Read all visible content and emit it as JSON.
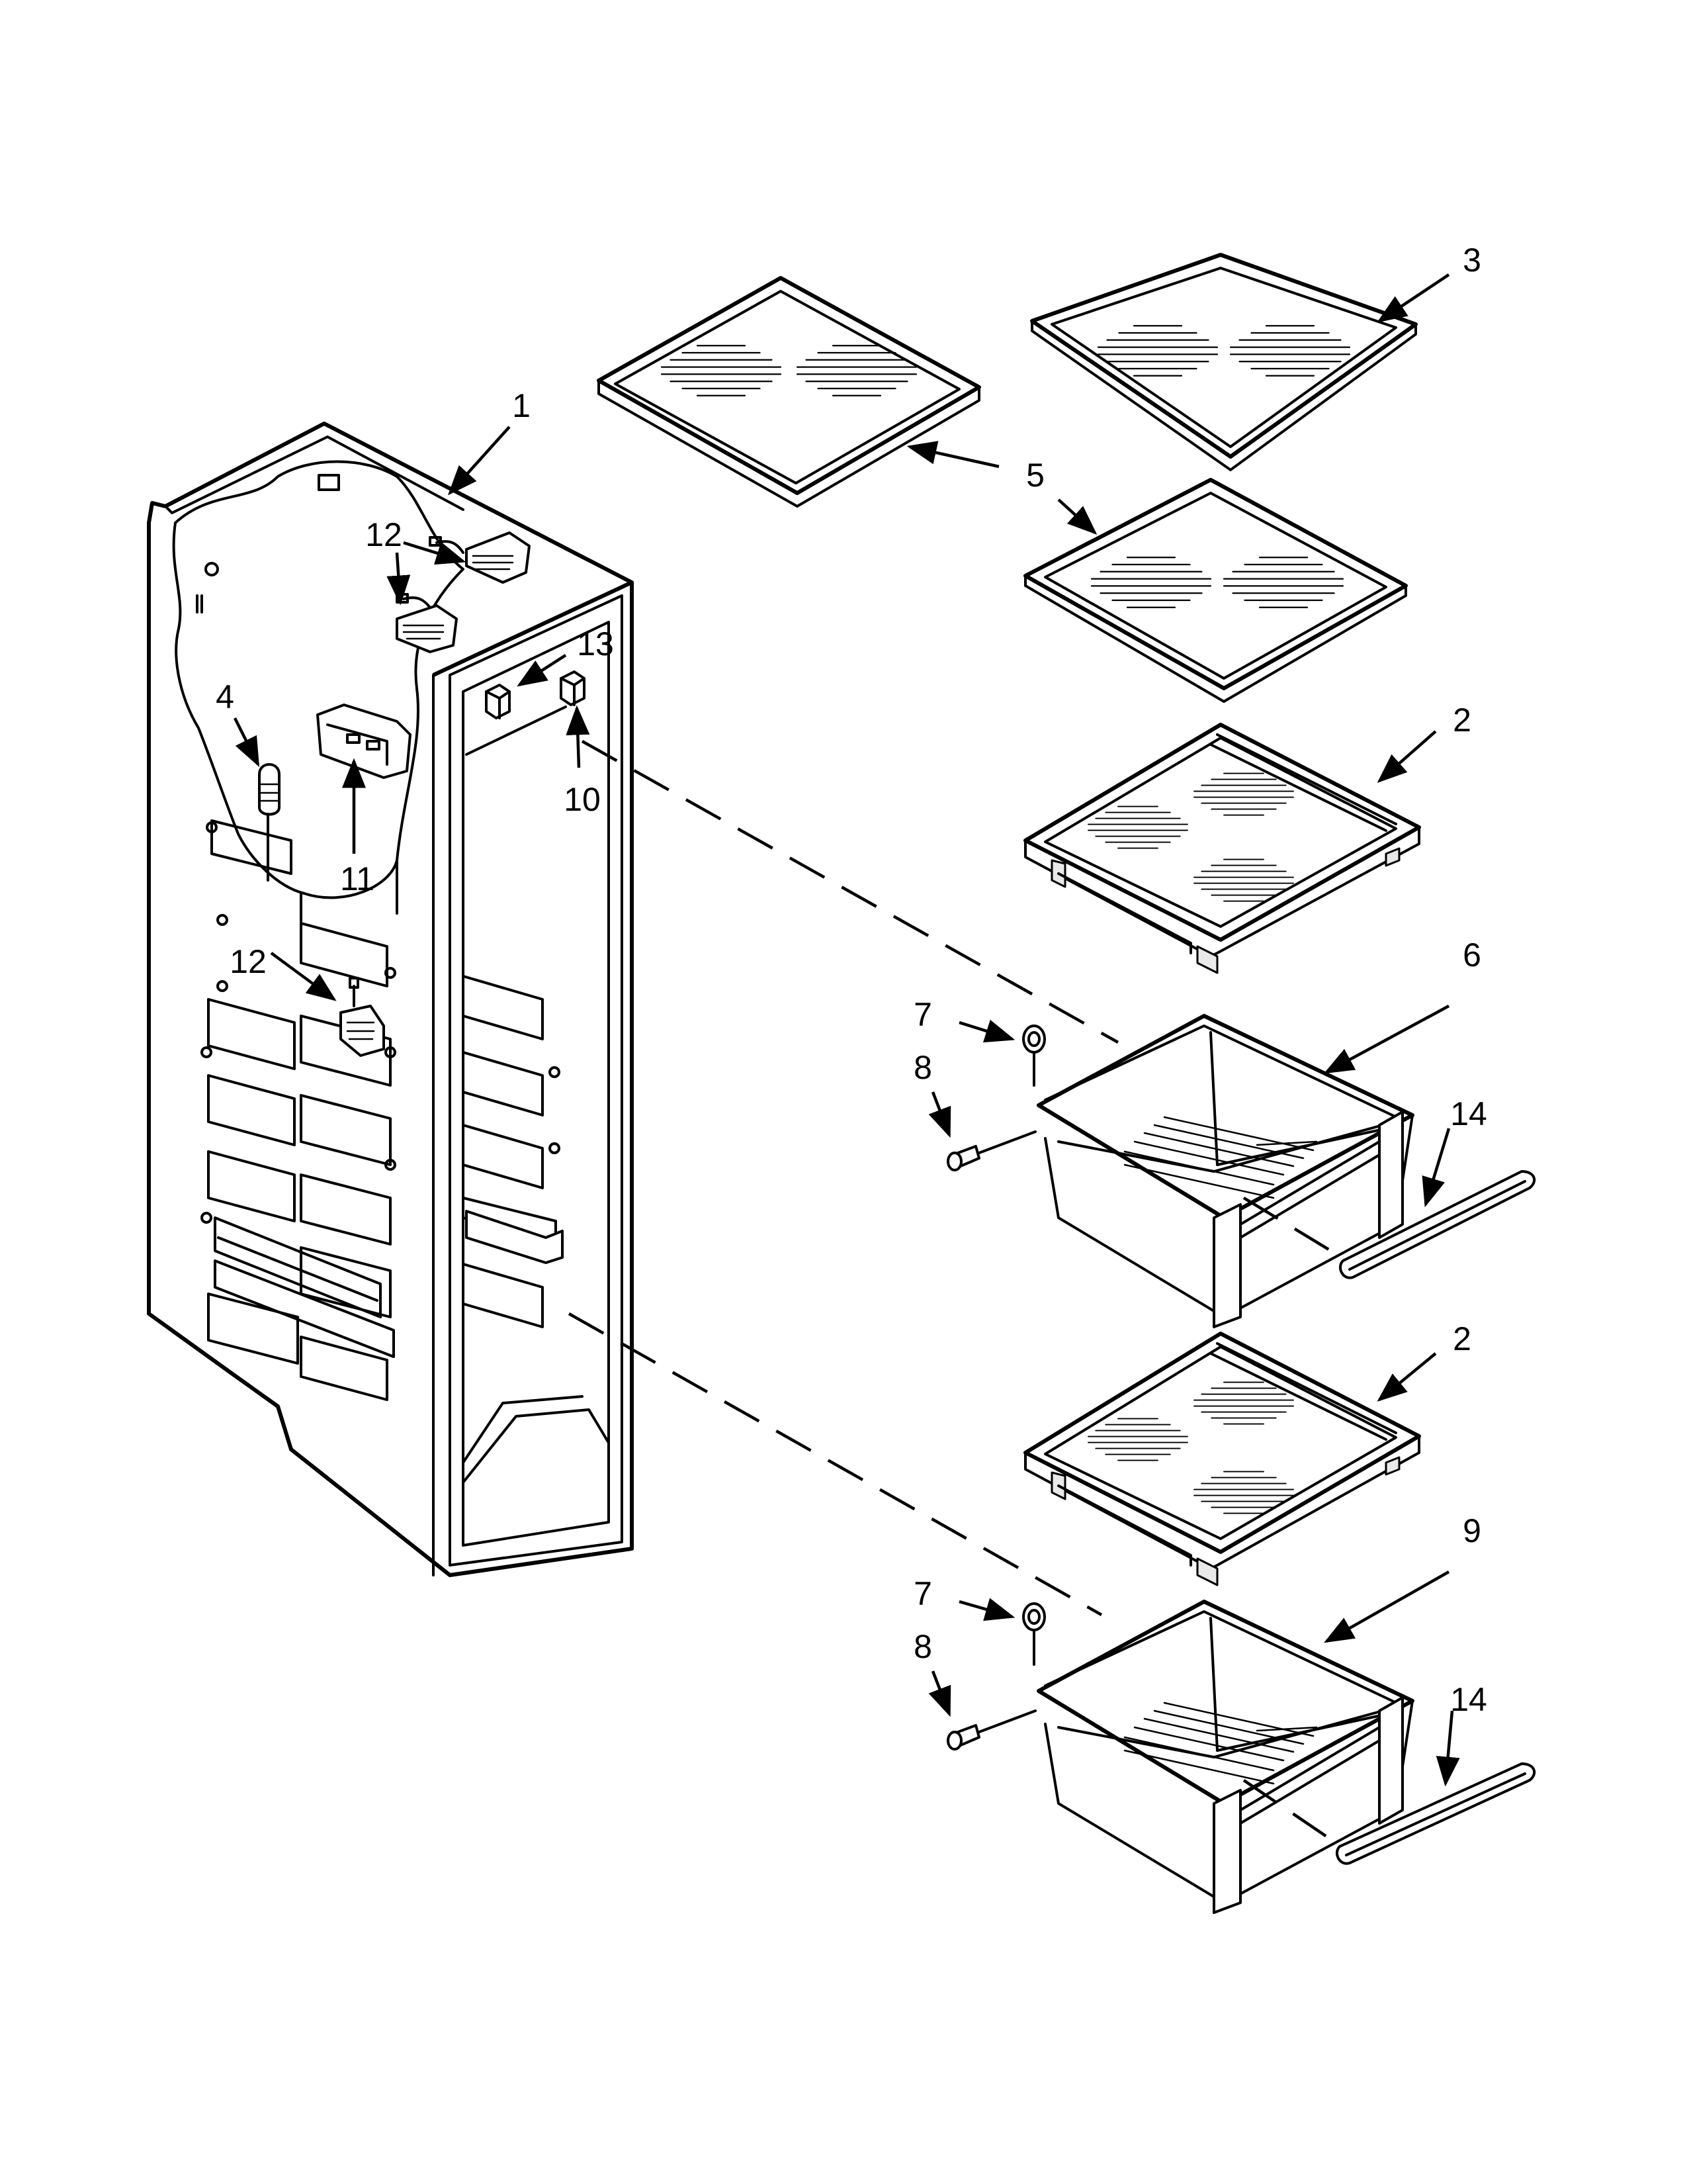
{
  "diagram": {
    "callouts": [
      {
        "id": "c1",
        "label": "1"
      },
      {
        "id": "c2a",
        "label": "2"
      },
      {
        "id": "c2b",
        "label": "2"
      },
      {
        "id": "c3",
        "label": "3"
      },
      {
        "id": "c4",
        "label": "4"
      },
      {
        "id": "c5",
        "label": "5"
      },
      {
        "id": "c6",
        "label": "6"
      },
      {
        "id": "c7a",
        "label": "7"
      },
      {
        "id": "c7b",
        "label": "7"
      },
      {
        "id": "c8a",
        "label": "8"
      },
      {
        "id": "c8b",
        "label": "8"
      },
      {
        "id": "c9",
        "label": "9"
      },
      {
        "id": "c10",
        "label": "10"
      },
      {
        "id": "c11",
        "label": "11"
      },
      {
        "id": "c12a",
        "label": "12"
      },
      {
        "id": "c12b",
        "label": "12"
      },
      {
        "id": "c13",
        "label": "13"
      },
      {
        "id": "c14a",
        "label": "14"
      },
      {
        "id": "c14b",
        "label": "14"
      }
    ]
  }
}
